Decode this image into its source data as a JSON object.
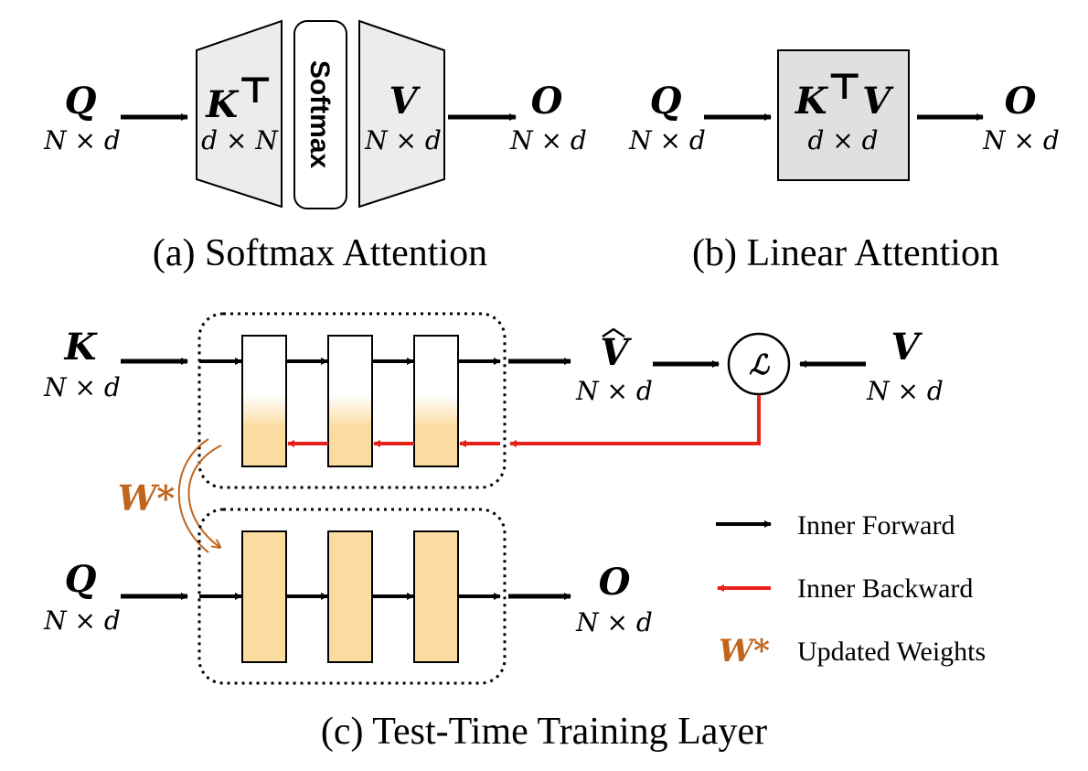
{
  "panel_a": {
    "input": "Q",
    "input_dim": "N × d",
    "key": "K",
    "key_sup": "⊤",
    "key_dim": "d × N",
    "softmax": "Softmax",
    "value": "V",
    "value_dim": "N × d",
    "output": "O",
    "output_dim": "N × d",
    "caption": "(a) Softmax Attention"
  },
  "panel_b": {
    "input": "Q",
    "input_dim": "N × d",
    "kv_k": "K",
    "kv_sup": "⊤",
    "kv_v": "V",
    "kv_dim": "d × d",
    "output": "O",
    "output_dim": "N × d",
    "caption": "(b) Linear Attention"
  },
  "panel_c": {
    "key": "K",
    "key_dim": "N × d",
    "vhat": "V",
    "vhat_dim": "N × d",
    "loss": "ℒ",
    "value": "V",
    "value_dim": "N × d",
    "wstar": "W*",
    "query": "Q",
    "query_dim": "N × d",
    "output": "O",
    "output_dim": "N × d",
    "caption": "(c) Test-Time Training Layer"
  },
  "legend": {
    "forward": "Inner Forward",
    "backward": "Inner Backward",
    "wstar": "W*",
    "updated": "Updated Weights"
  },
  "colors": {
    "forward_arrow": "#000000",
    "backward_arrow": "#e8201a",
    "wstar": "#c0651d",
    "weight_fill": "#fbdca0",
    "kv_box": "#e0e0e0",
    "trapezoid": "#ececec"
  }
}
